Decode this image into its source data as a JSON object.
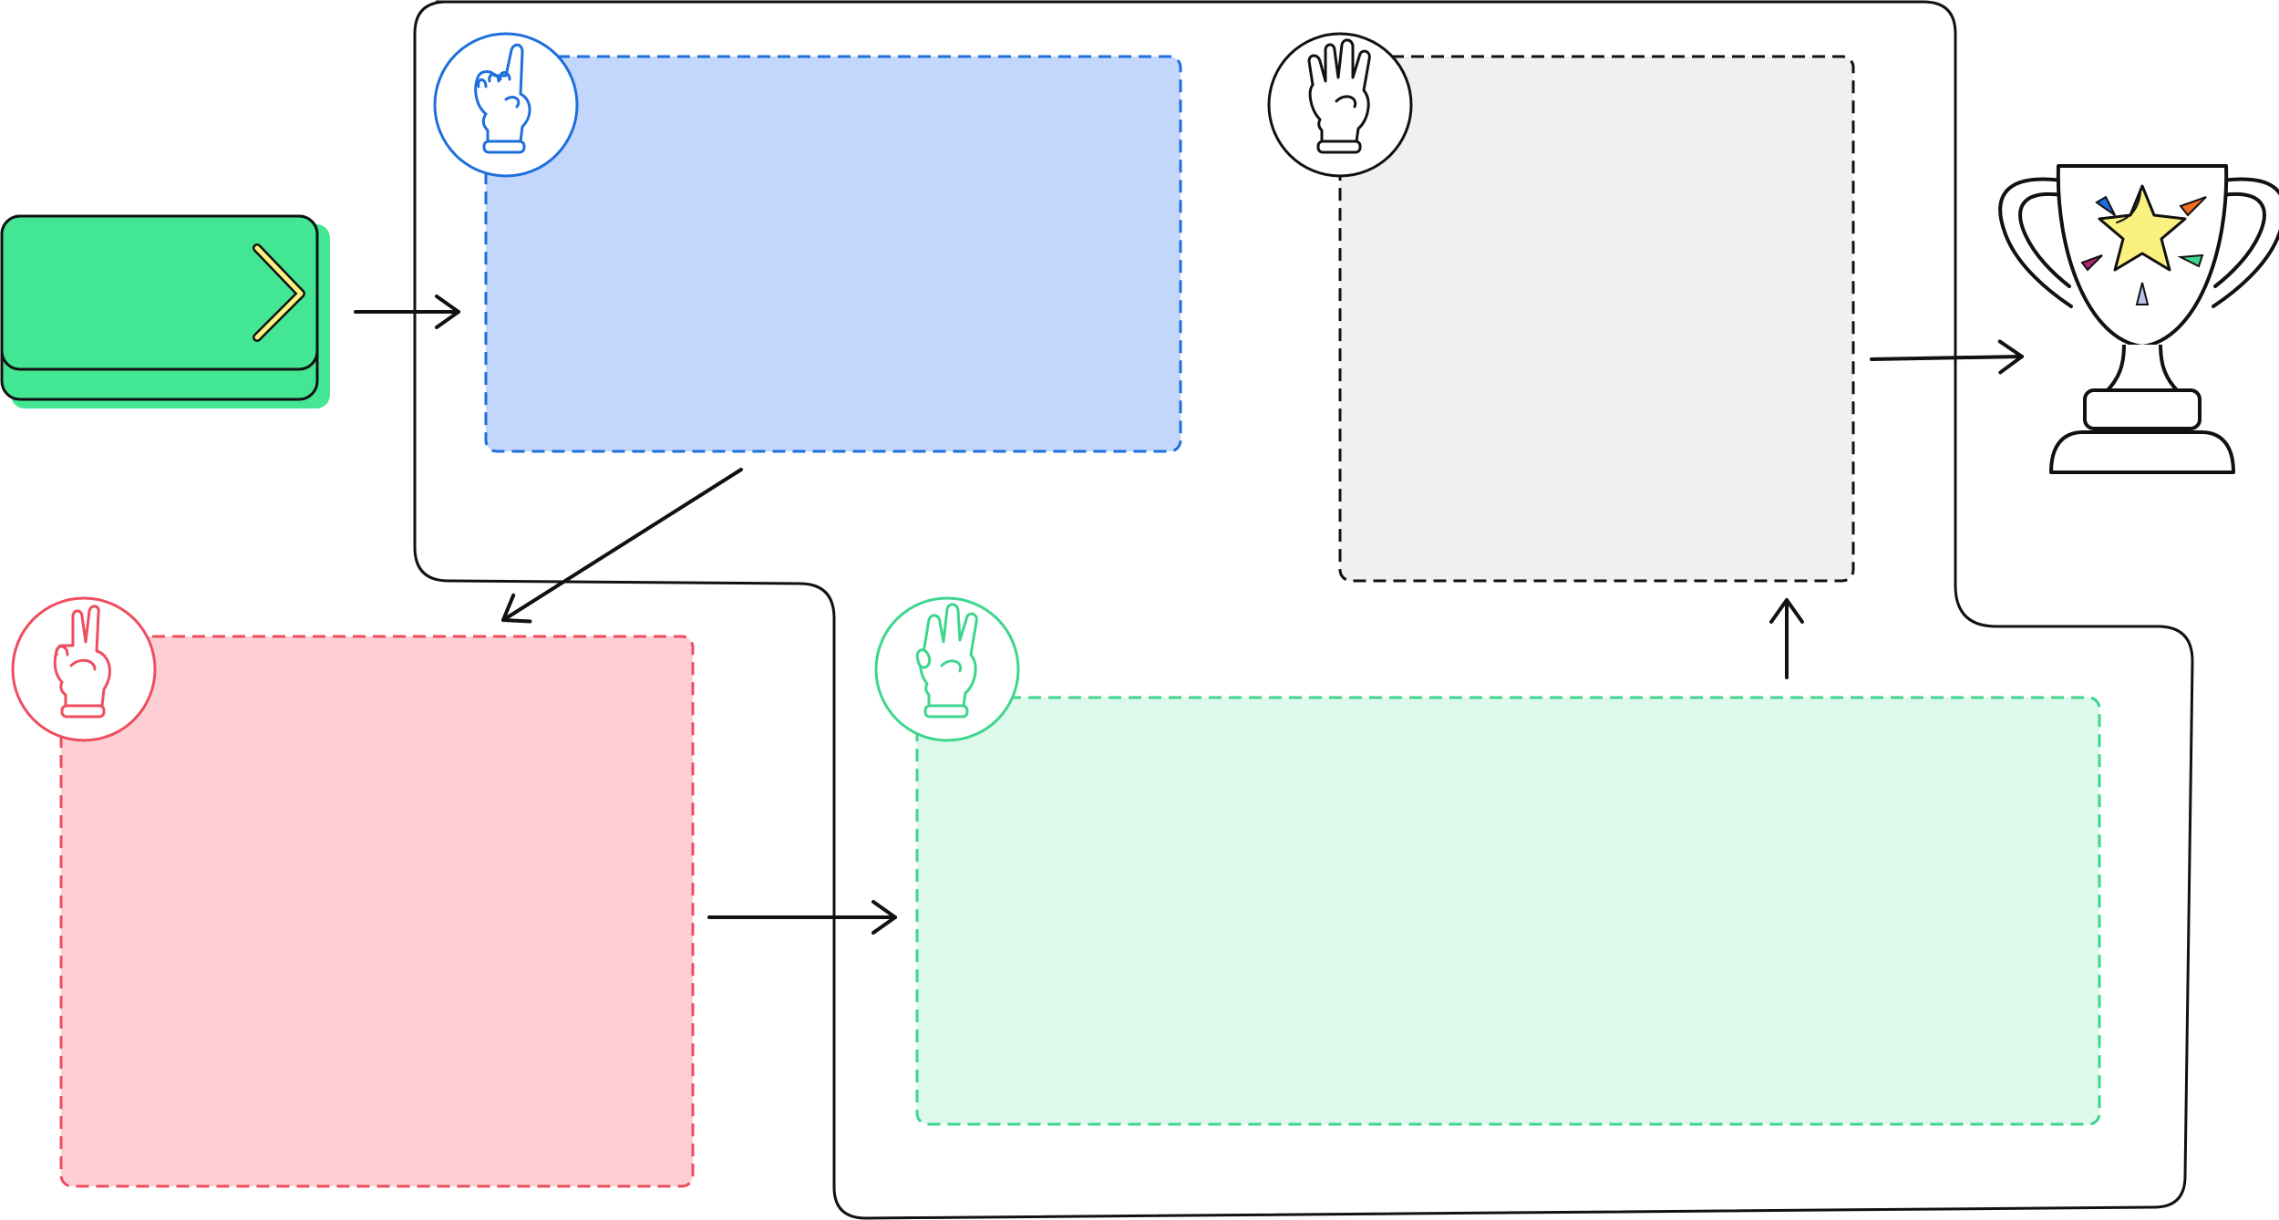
{
  "diagram": {
    "kind": "four-step process flow",
    "start": {
      "icon": "chevron-right-icon",
      "color": "#43E693"
    },
    "steps": [
      {
        "id": "step-1",
        "icon": "one-finger-hand-icon",
        "count": 1,
        "color": "#1E6FDC",
        "fill": "#C3D7FD"
      },
      {
        "id": "step-2",
        "icon": "two-fingers-hand-icon",
        "count": 2,
        "color": "#EE4D5E",
        "fill": "#FDCFD4"
      },
      {
        "id": "step-3",
        "icon": "three-fingers-hand-icon",
        "count": 3,
        "color": "#3DD68C",
        "fill": "#DDF9EC"
      },
      {
        "id": "step-4",
        "icon": "four-fingers-hand-icon",
        "count": 4,
        "color": "#111111",
        "fill": "#F0F0F0"
      }
    ],
    "end": {
      "icon": "trophy-icon",
      "star_color": "#FBF17E"
    },
    "connections": [
      {
        "from": "start",
        "to": "step-1"
      },
      {
        "from": "step-1",
        "to": "step-2"
      },
      {
        "from": "step-2",
        "to": "step-3"
      },
      {
        "from": "step-3",
        "to": "step-4"
      },
      {
        "from": "step-4",
        "to": "end"
      }
    ]
  }
}
